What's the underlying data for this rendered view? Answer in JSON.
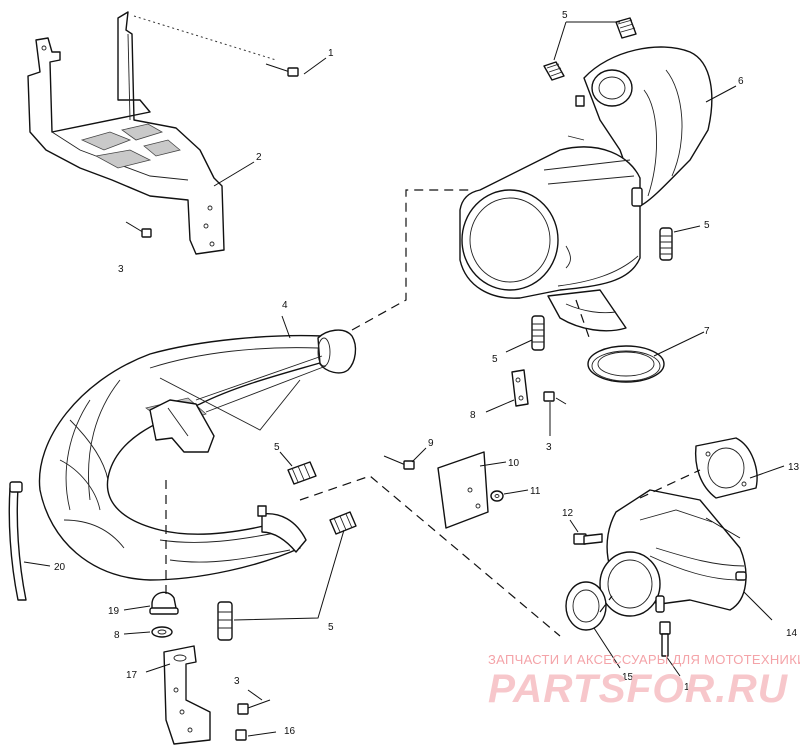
{
  "callouts": {
    "c1": "1",
    "c2": "2",
    "c3a": "3",
    "c4": "4",
    "c5a": "5",
    "c6": "6",
    "c5b": "5",
    "c5c": "5",
    "c7": "7",
    "c8a": "8",
    "c3b": "3",
    "c9": "9",
    "c5d": "5",
    "c10": "10",
    "c11": "11",
    "c13": "13",
    "c12a": "12",
    "c20": "20",
    "c19": "19",
    "c8b": "8",
    "c5e": "5",
    "c14": "14",
    "c17": "17",
    "c3c": "3",
    "c15": "15",
    "c12b": "12",
    "c16": "16"
  },
  "watermark": {
    "tagline": "ЗАПЧАСТИ И АКСЕССУАРЫ ДЛЯ МОТОТЕХНИКИ",
    "brand": "PARTSFOR.RU"
  }
}
